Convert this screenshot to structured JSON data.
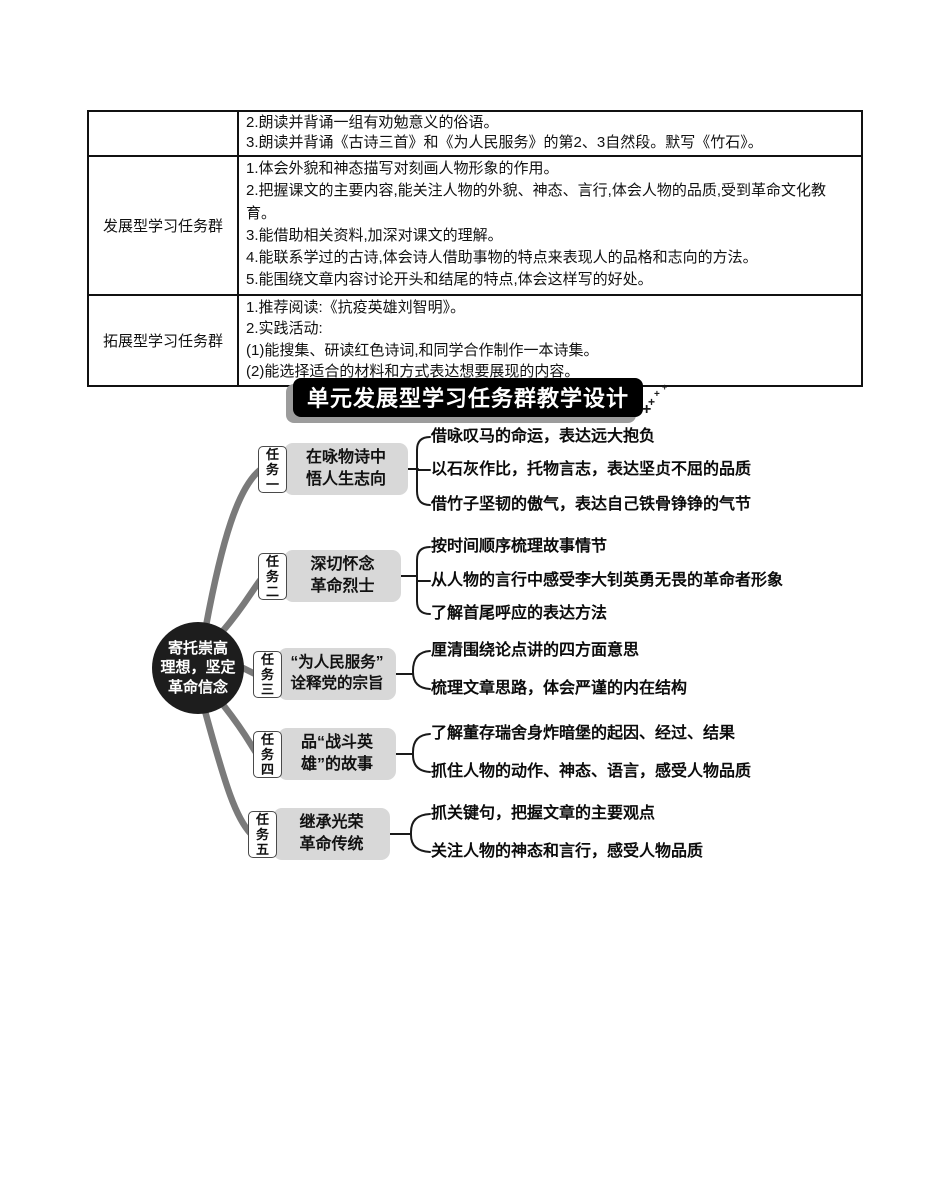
{
  "table": {
    "rows": [
      {
        "label": "",
        "lines": [
          "2.朗读并背诵一组有劝勉意义的俗语。",
          "3.朗读并背诵《古诗三首》和《为人民服务》的第2、3自然段。默写《竹石》。"
        ]
      },
      {
        "label": "发展型学习任务群",
        "lines": [
          "1.体会外貌和神态描写对刻画人物形象的作用。",
          "2.把握课文的主要内容,能关注人物的外貌、神态、言行,体会人物的品质,受到革命文化教育。",
          "3.能借助相关资料,加深对课文的理解。",
          "4.能联系学过的古诗,体会诗人借助事物的特点来表现人的品格和志向的方法。",
          "5.能围绕文章内容讨论开头和结尾的特点,体会这样写的好处。"
        ]
      },
      {
        "label": "拓展型学习任务群",
        "lines": [
          "1.推荐阅读:《抗疫英雄刘智明》。",
          "2.实践活动:",
          "(1)能搜集、研读红色诗词,和同学合作制作一本诗集。",
          "(2)能选择适合的材料和方式表达想要展现的内容。"
        ]
      }
    ]
  },
  "banner": {
    "title": "单元发展型学习任务群教学设计"
  },
  "mindmap": {
    "center": {
      "lines": [
        "寄托崇高",
        "理想，坚定",
        "革命信念"
      ]
    },
    "colors": {
      "center_fill": "#1d1d1d",
      "branch": "#7a7a7a",
      "task_box": "#d8d8d8"
    },
    "tasks": [
      {
        "id": "任务一",
        "label_lines": [
          "在咏物诗中",
          "悟人生志向"
        ],
        "items": [
          "借咏叹马的命运，表达远大抱负",
          "以石灰作比，托物言志，表达坚贞不屈的品质",
          "借竹子坚韧的傲气，表达自己铁骨铮铮的气节"
        ]
      },
      {
        "id": "任务二",
        "label_lines": [
          "深切怀念",
          "革命烈士"
        ],
        "items": [
          "按时间顺序梳理故事情节",
          "从人物的言行中感受李大钊英勇无畏的革命者形象",
          "了解首尾呼应的表达方法"
        ]
      },
      {
        "id": "任务三",
        "label_lines": [
          "“为人民服务”",
          "诠释党的宗旨"
        ],
        "items": [
          "厘清围绕论点讲的四方面意思",
          "梳理文章思路，体会严谨的内在结构"
        ]
      },
      {
        "id": "任务四",
        "label_lines": [
          "品“战斗英",
          "雄”的故事"
        ],
        "items": [
          "了解董存瑞舍身炸暗堡的起因、经过、结果",
          "抓住人物的动作、神态、语言，感受人物品质"
        ]
      },
      {
        "id": "任务五",
        "label_lines": [
          "继承光荣",
          "革命传统"
        ],
        "items": [
          "抓关键句，把握文章的主要观点",
          "关注人物的神态和言行，感受人物品质"
        ]
      }
    ]
  },
  "sparkles": [
    "+",
    "+",
    "+",
    "+"
  ]
}
